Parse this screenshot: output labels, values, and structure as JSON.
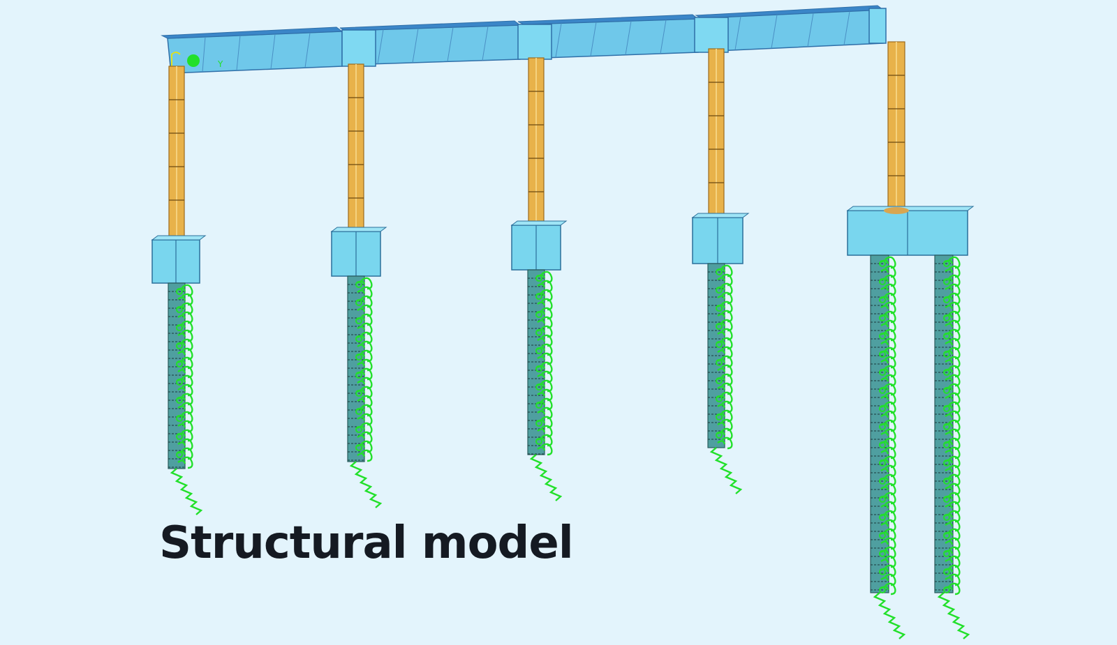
{
  "caption": "Structural model",
  "axis_labels": {
    "y": "Y"
  },
  "colors": {
    "background": "#e3f4fc",
    "deck": "#6fc8ea",
    "deck_dark": "#2f6fa8",
    "column": "#e8b24a",
    "pile_cap": "#79d6ee",
    "pile": "#4f9fa0",
    "spring": "#22e02a",
    "caption": "#151a22"
  },
  "structure": {
    "piers": 5,
    "piles_per_pier": [
      1,
      1,
      1,
      1,
      2
    ],
    "icons": [
      "deck-beam",
      "column",
      "pile-cap",
      "pile",
      "soil-spring",
      "axis-triad"
    ]
  }
}
